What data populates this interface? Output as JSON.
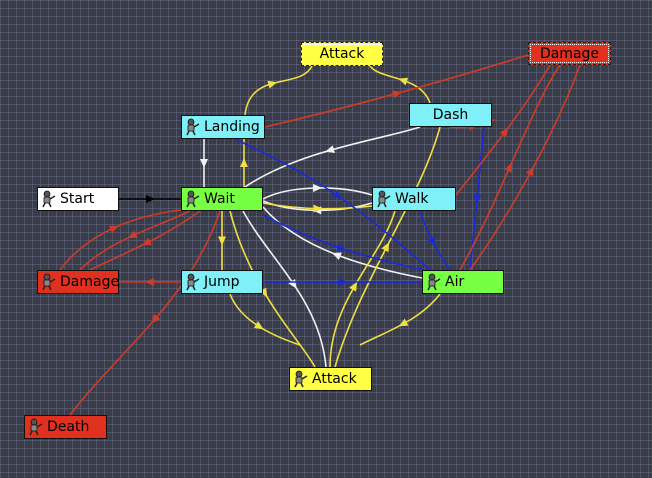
{
  "colors": {
    "green": "#77ff44",
    "cyan": "#7ff0f8",
    "yellow": "#ffff44",
    "red": "#e03020",
    "white": "#ffffff",
    "edge_white": "#f2f2f2",
    "edge_yellow": "#f0e040",
    "edge_red": "#d03a28",
    "edge_blue": "#1a2ad8",
    "edge_black": "#000000"
  },
  "nodes": [
    {
      "id": "attack-top",
      "label": "Attack",
      "color": "yellow",
      "icon": "none",
      "dotted": true
    },
    {
      "id": "damage-top",
      "label": "Damage",
      "color": "red",
      "icon": "none",
      "dotted": true
    },
    {
      "id": "landing",
      "label": "Landing",
      "color": "cyan",
      "icon": "character-icon"
    },
    {
      "id": "dash",
      "label": "Dash",
      "color": "cyan",
      "icon": "none"
    },
    {
      "id": "start",
      "label": "Start",
      "color": "white",
      "icon": "character-icon"
    },
    {
      "id": "wait",
      "label": "Wait",
      "color": "green",
      "icon": "character-icon"
    },
    {
      "id": "walk",
      "label": "Walk",
      "color": "cyan",
      "icon": "character-icon"
    },
    {
      "id": "damage-left",
      "label": "Damage",
      "color": "red",
      "icon": "character-icon"
    },
    {
      "id": "jump",
      "label": "Jump",
      "color": "cyan",
      "icon": "character-icon"
    },
    {
      "id": "air",
      "label": "Air",
      "color": "green",
      "icon": "character-icon"
    },
    {
      "id": "attack-bottom",
      "label": "Attack",
      "color": "yellow",
      "icon": "character-icon"
    },
    {
      "id": "death",
      "label": "Death",
      "color": "red",
      "icon": "character-icon"
    }
  ]
}
